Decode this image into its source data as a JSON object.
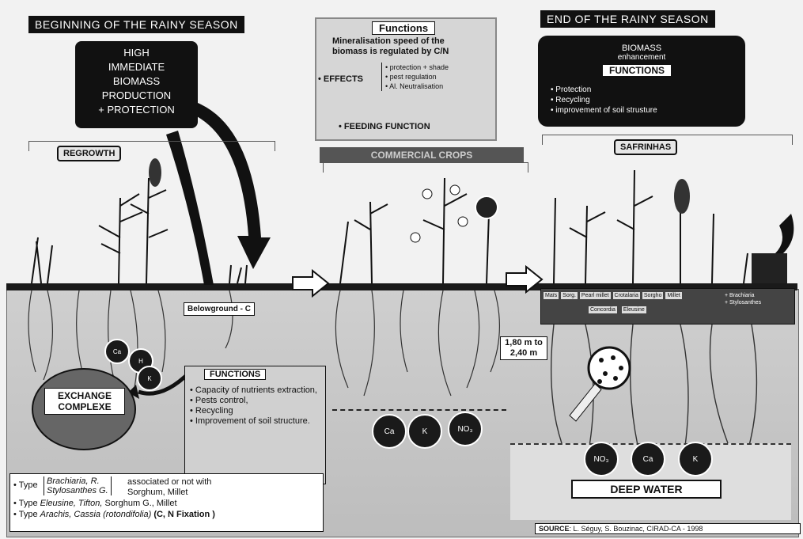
{
  "titles": {
    "left": "BEGINNING OF THE RAINY SEASON",
    "right": "END OF THE RAINY SEASON"
  },
  "left_box": {
    "lines": [
      "HIGH",
      "IMMEDIATE",
      "BIOMASS",
      "PRODUCTION",
      "+ PROTECTION"
    ]
  },
  "center_box": {
    "header": "Functions",
    "line1": "Mineralisation speed  of the",
    "line2": "biomass is regulated by  C/N",
    "effects_label": "• EFFECTS",
    "effects": [
      "• protection + shade",
      "• pest regulation",
      "• Al. Neutralisation"
    ],
    "feeding": "• FEEDING FUNCTION"
  },
  "right_box": {
    "line1": "BIOMASS",
    "line2": "enhancement",
    "header": "FUNCTIONS",
    "items": [
      "• Protection",
      "• Recycling",
      "• improvement of soil strusture"
    ]
  },
  "labels": {
    "regrowth": "REGROWTH",
    "commercial": "COMMERCIAL CROPS",
    "safrinhas": "SAFRINHAS",
    "belowground": "Belowground - C",
    "depth": "1,80 m to 2,40 m",
    "deep_water": "DEEP WATER",
    "exchange": "EXCHANGE COMPLEXE"
  },
  "functions_box": {
    "header": "FUNCTIONS",
    "items": [
      "• Capacity of nutrients extraction,",
      "• Pests control,",
      "• Recycling",
      "• Improvement of soil structure."
    ]
  },
  "nutrients": {
    "left": [
      "Ca",
      "H",
      "K"
    ],
    "middle": [
      "Ca",
      "K",
      "NO₃"
    ],
    "right": [
      "NO₃",
      "Ca",
      "K"
    ]
  },
  "safrinha_table": {
    "row1": [
      "Maïs",
      "Sorg.",
      "Pearl millet",
      "Crotalaria",
      "Sorgho",
      "Millet",
      "+ Brachiaria",
      "+ Stylosanthes"
    ],
    "row2": [
      "Concordia",
      "Eleusine"
    ]
  },
  "legend": {
    "line1_prefix": "• Type",
    "line1_italic_a": "Brachiaria, R.",
    "line1_italic_b": "Stylosanthes G.",
    "line1_suffix": "associated or not with",
    "line1_cont": "Sorghum, Millet",
    "line2_prefix": "• Type",
    "line2_italic": "Eleusine, Tifton,",
    "line2_suffix": "Sorghum G., Millet",
    "line3_prefix": "• Type",
    "line3_italic": "Arachis, Cassia (rotondifolia)",
    "line3_suffix": "(C, N Fixation )"
  },
  "source": {
    "label": "SOURCE",
    "text": ": L. Séguy, S. Bouzinac, CIRAD-CA - 1998"
  }
}
